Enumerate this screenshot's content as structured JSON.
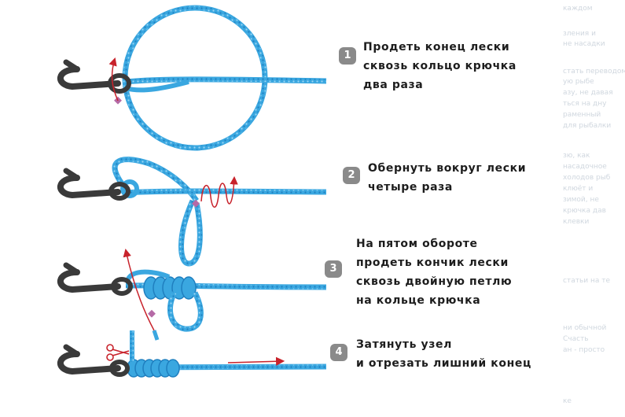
{
  "colors": {
    "line": "#3aa7e0",
    "line_dark": "#1f7fbf",
    "hook": "#3a3a3a",
    "arrow": "#c8222b",
    "badge": "#8a8a8a",
    "text": "#1d1d1d"
  },
  "steps": [
    {
      "number": "1",
      "text": "Продеть конец лески\nсквозь кольцо крючка\nдва раза"
    },
    {
      "number": "2",
      "text": "Обернуть вокруг лески\nчетыре раза"
    },
    {
      "number": "3",
      "text": "На пятом обороте\nпродеть кончик лески\nсквозь двойную петлю\nна кольце крючка"
    },
    {
      "number": "4",
      "text": "Затянуть узел\nи отрезать лишний конец"
    }
  ],
  "background_text": [
    "каждом",
    "зления и",
    "не насадки",
    "стать переводом",
    "ую рыбе",
    "азу, не давая",
    "ться на дну",
    "раменный",
    "для рыбалки",
    "зю, как",
    "насадочное",
    "холодов рыб",
    "клюёт и",
    "зимой, не",
    "крючка дав",
    "клевки",
    "статьи на те",
    "ни обычной",
    "Счасть",
    "ан - просто",
    "ке"
  ],
  "icons": {
    "hook": "fish-hook-icon",
    "arrow": "direction-arrow-icon",
    "scissors": "scissors-icon"
  }
}
